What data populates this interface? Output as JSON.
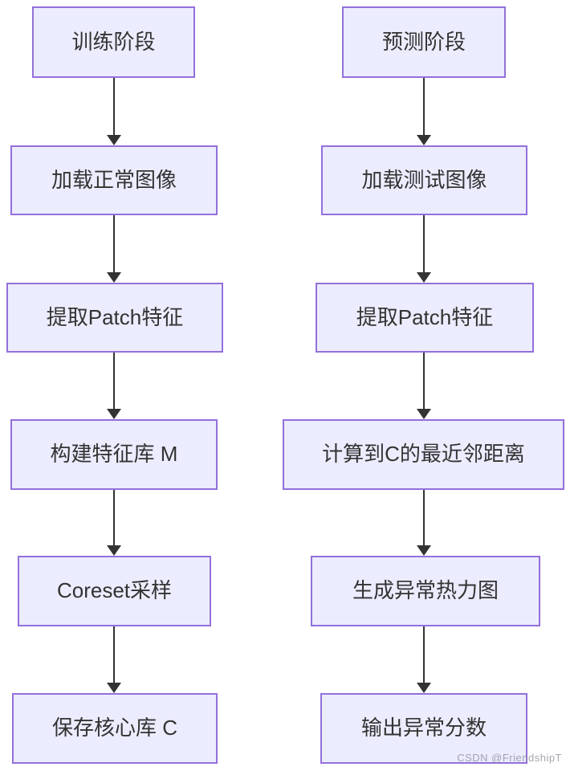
{
  "watermark": "CSDN @FriendshipT",
  "colors": {
    "node_fill": "#ECECFF",
    "node_border": "#9370DB",
    "arrow": "#333333",
    "text": "#333333",
    "background": "#FFFFFF"
  },
  "flowchart": {
    "type": "flowchart",
    "direction": "top-down",
    "columns": [
      {
        "id": "training",
        "nodes": [
          "训练阶段",
          "加载正常图像",
          "提取Patch特征",
          "构建特征库 M",
          "Coreset采样",
          "保存核心库 C"
        ]
      },
      {
        "id": "prediction",
        "nodes": [
          "预测阶段",
          "加载测试图像",
          "提取Patch特征",
          "计算到C的最近邻距离",
          "生成异常热力图",
          "输出异常分数"
        ]
      }
    ]
  }
}
